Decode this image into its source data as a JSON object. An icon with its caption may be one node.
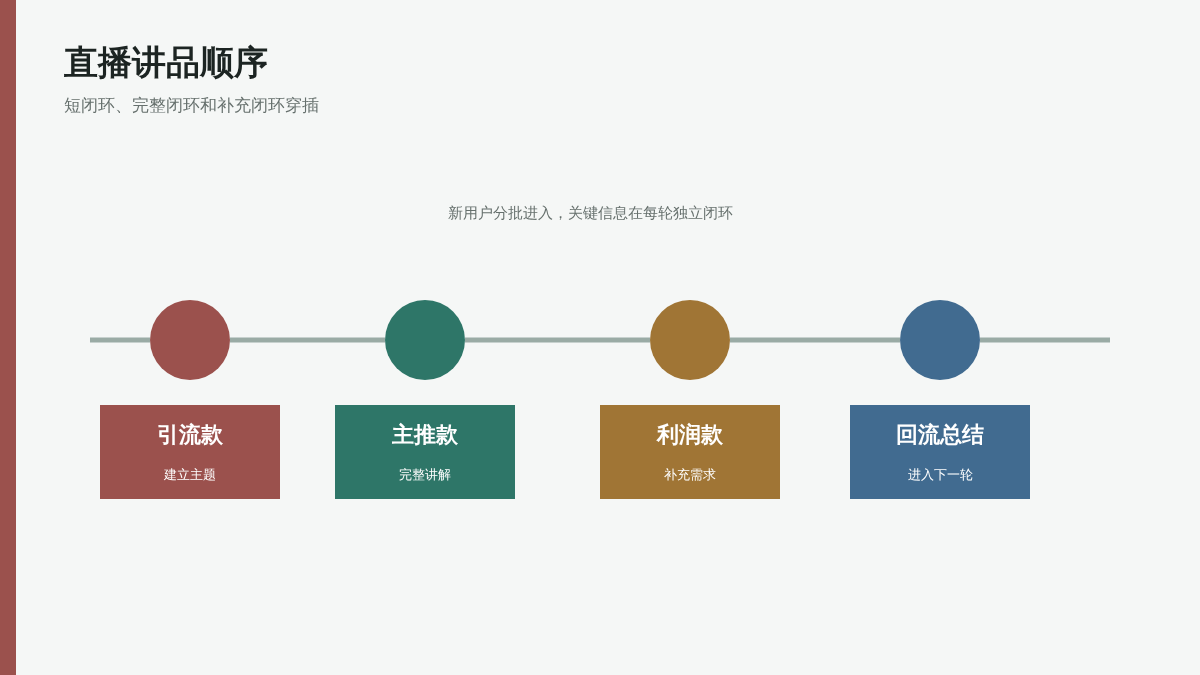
{
  "diagram": {
    "title": "直播讲品顺序",
    "nodes": [
      {
        "text": [],
        "shape": "circle"
      },
      {
        "text": [],
        "shape": "circle"
      },
      {
        "text": [],
        "shape": "circle"
      },
      {
        "text": [],
        "shape": "circle"
      },
      {
        "text": [
          "引流款",
          "建立主题"
        ]
      },
      {
        "text": [
          "主推款",
          "完整讲解"
        ]
      },
      {
        "text": [
          "利润款",
          "补充需求"
        ]
      },
      {
        "text": [
          "回流总结",
          "进入下一轮"
        ]
      }
    ],
    "edges": [
      {
        "from": 0,
        "to": 1,
        "arrow": "none"
      },
      {
        "from": 1,
        "to": 2,
        "arrow": "none"
      },
      {
        "from": 2,
        "to": 3,
        "arrow": "none"
      }
    ],
    "labels": [
      "短闭环、完整闭环和补充闭环穿插",
      "新用户分批进入，关键信息在每轮独立闭环"
    ]
  }
}
